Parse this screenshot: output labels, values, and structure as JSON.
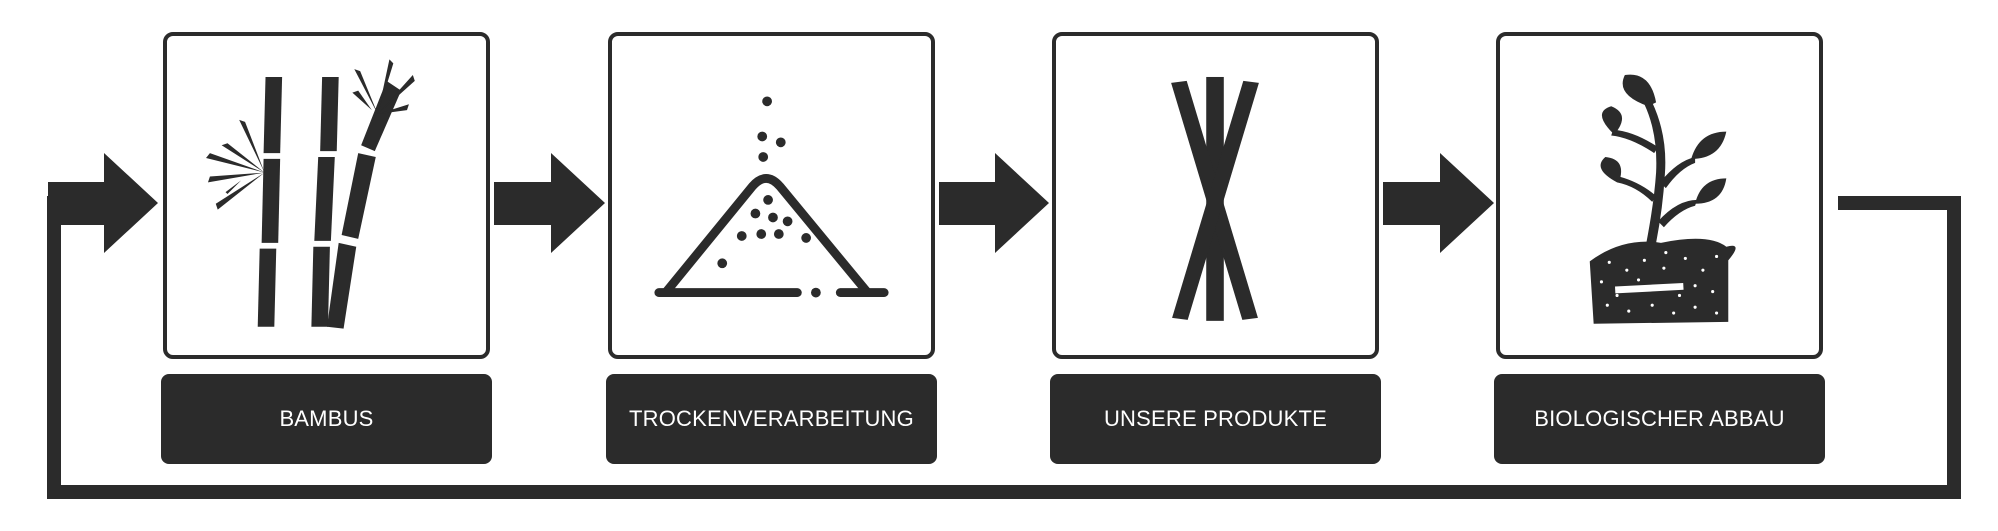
{
  "steps": [
    {
      "label": "BAMBUS",
      "icon": "bamboo-icon"
    },
    {
      "label": "TROCKENVERARBEITUNG",
      "icon": "powder-pile-icon"
    },
    {
      "label": "UNSERE PRODUKTE",
      "icon": "crossed-straws-icon"
    },
    {
      "label": "BIOLOGISCHER ABBAU",
      "icon": "sprout-in-soil-icon"
    }
  ],
  "colors": {
    "dark": "#2b2b2b",
    "background": "#ffffff"
  }
}
